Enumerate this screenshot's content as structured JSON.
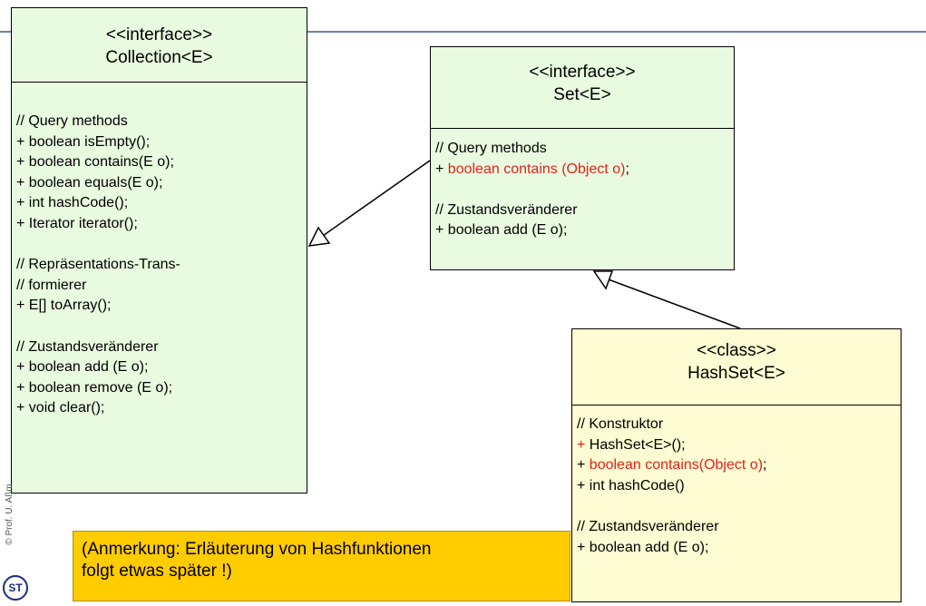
{
  "collection": {
    "stereotype": "<<interface>>",
    "name": "Collection<E>",
    "lines": [
      "// Query methods",
      "+ boolean isEmpty();",
      "+ boolean contains(E o);",
      "+ boolean equals(E o);",
      "+ int hashCode();",
      "+ Iterator iterator();",
      "",
      "// Repräsentations-Trans-",
      "// formierer",
      "+ E[] toArray();",
      "",
      "// Zustandsveränderer",
      "+ boolean add (E o);",
      "+ boolean remove (E o);",
      "+ void clear();"
    ]
  },
  "set": {
    "stereotype": "<<interface>>",
    "name": "Set<E>",
    "line1": "// Query methods",
    "line2_prefix": "+ ",
    "line2_red": "boolean contains (Object o)",
    "line2_suffix": ";",
    "line3": "// Zustandsveränderer",
    "line4": "+ boolean add (E o);"
  },
  "hashset": {
    "stereotype": "<<class>>",
    "name": "HashSet<E>",
    "line1": "// Konstruktor",
    "line2_red": "+ ",
    "line2_rest": "HashSet<E>();",
    "line3_prefix": "+ ",
    "line3_red": "boolean contains(Object o)",
    "line3_suffix": ";",
    "line4": "+ int hashCode()",
    "line5": "// Zustandsveränderer",
    "line6": "+ boolean add (E o);"
  },
  "note": {
    "line1": "(Anmerkung: Erläuterung von Hashfunktionen",
    "line2": "folgt etwas später !)"
  },
  "copyright": "© Prof. U. Aßm",
  "logo_text": "ST",
  "colors": {
    "interface_fill": "#e8fbe0",
    "class_fill": "#fefcd2",
    "note_fill": "#ffcc00",
    "highlight": "#e8201a",
    "rule": "#6e7faa"
  }
}
